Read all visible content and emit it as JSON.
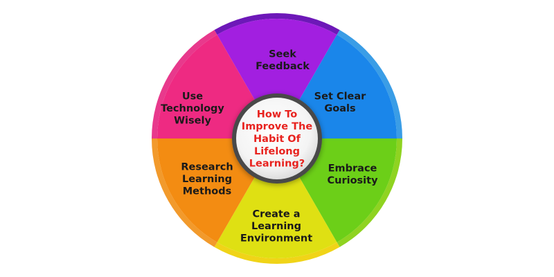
{
  "center": {
    "lines": [
      "How To",
      "Improve The",
      "Habit Of",
      "Lifelong",
      "Learning?"
    ],
    "color": "#e8231f"
  },
  "segments": [
    {
      "id": "seek-feedback",
      "lines": [
        "Seek",
        "Feedback"
      ],
      "color": "#a21fe0",
      "rim": "#6d18b8"
    },
    {
      "id": "set-clear-goals",
      "lines": [
        "Set Clear",
        "Goals"
      ],
      "color": "#1a86ea",
      "rim": "#3a9de6"
    },
    {
      "id": "embrace-curiosity",
      "lines": [
        "Embrace",
        "Curiosity"
      ],
      "color": "#6ccf18",
      "rim": "#8fd321"
    },
    {
      "id": "create-a-learning-environment",
      "lines": [
        "Create a",
        "Learning",
        "Environment"
      ],
      "color": "#dfe013",
      "rim": "#f0d418"
    },
    {
      "id": "research-learning-methods",
      "lines": [
        "Research",
        "Learning",
        "Methods"
      ],
      "color": "#f38c12",
      "rim": "#f29a2c"
    },
    {
      "id": "use-technology-wisely",
      "lines": [
        "Use",
        "Technology",
        "Wisely"
      ],
      "color": "#ee2a82",
      "rim": "#e8398c"
    }
  ]
}
